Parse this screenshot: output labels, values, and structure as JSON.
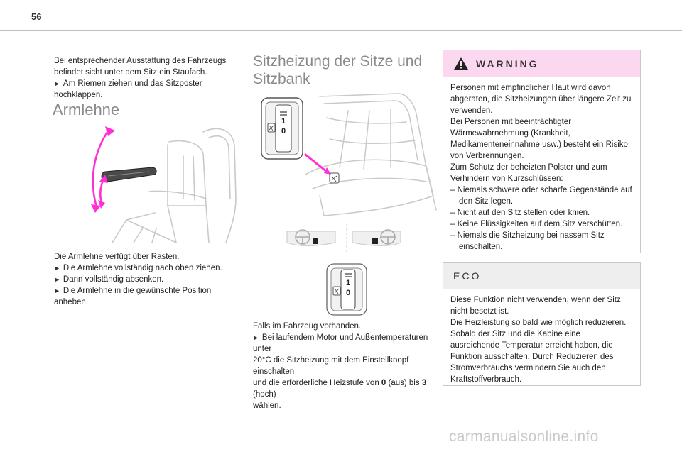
{
  "page_number": "56",
  "col1": {
    "intro_line1": "Bei entsprechender Ausstattung des Fahrzeugs",
    "intro_line2": "befindet sicht unter dem Sitz ein Staufach.",
    "intro_step": "Am Riemen ziehen und das Sitzposter hochklappen.",
    "armrest_title": "Armlehne",
    "armrest_text": "Die Armlehne verfügt über Rasten.",
    "armrest_steps": [
      "Die Armlehne vollständig nach oben ziehen.",
      "Dann vollständig absenken.",
      "Die Armlehne in die gewünschte Position anheben."
    ]
  },
  "col2": {
    "title_line1": "Sitzheizung der Sitze und",
    "title_line2": "Sitzbank",
    "knob_marks": [
      "1",
      "0"
    ],
    "text_line": "Falls im Fahrzeug vorhanden.",
    "step_line1": "Bei laufendem Motor und Außentemperaturen unter",
    "step_line2": "20°C die Sitzheizung mit dem Einstellknopf einschalten",
    "step_line3_a": "und die erforderliche Heizstufe von ",
    "step_line3_b": "0",
    "step_line3_c": " (aus) bis ",
    "step_line3_d": "3",
    "step_line3_e": " (hoch)",
    "step_line4": "wählen."
  },
  "warning": {
    "title": "WARNING",
    "lines": [
      "Personen mit empfindlicher Haut wird davon",
      "abgeraten, die Sitzheizungen über längere Zeit zu",
      "verwenden.",
      "Bei Personen mit beeinträchtigter",
      "Wärmewahrnehmung (Krankheit,",
      "Medikamenteneinnahme usw.) besteht ein Risiko",
      "von Verbrennungen.",
      "Zum Schutz der beheizten Polster und zum",
      "Verhindern von Kurzschlüssen:",
      "–  Niemals schwere oder scharfe Gegenstände auf",
      "den Sitz legen.",
      "–  Nicht auf den Sitz stellen oder knien.",
      "–  Keine Flüssigkeiten auf dem Sitz verschütten.",
      "–  Niemals die Sitzheizung bei nassem Sitz",
      "einschalten."
    ]
  },
  "eco": {
    "title": "ECO",
    "lines": [
      "Diese Funktion nicht verwenden, wenn der Sitz",
      "nicht besetzt ist.",
      "Die Heizleistung so bald wie möglich reduzieren.",
      "Sobald der Sitz und die Kabine eine",
      "ausreichende Temperatur erreicht haben, die",
      "Funktion ausschalten. Durch Reduzieren des",
      "Stromverbrauchs vermindern Sie auch den",
      "Kraftstoffverbrauch."
    ]
  },
  "watermark": "carmanualsonline.info",
  "colors": {
    "accent_magenta": "#ff2fd6",
    "warning_bg": "#fbd8f0",
    "eco_bg": "#eeeeee",
    "heading_gray": "#8a8a8a"
  }
}
